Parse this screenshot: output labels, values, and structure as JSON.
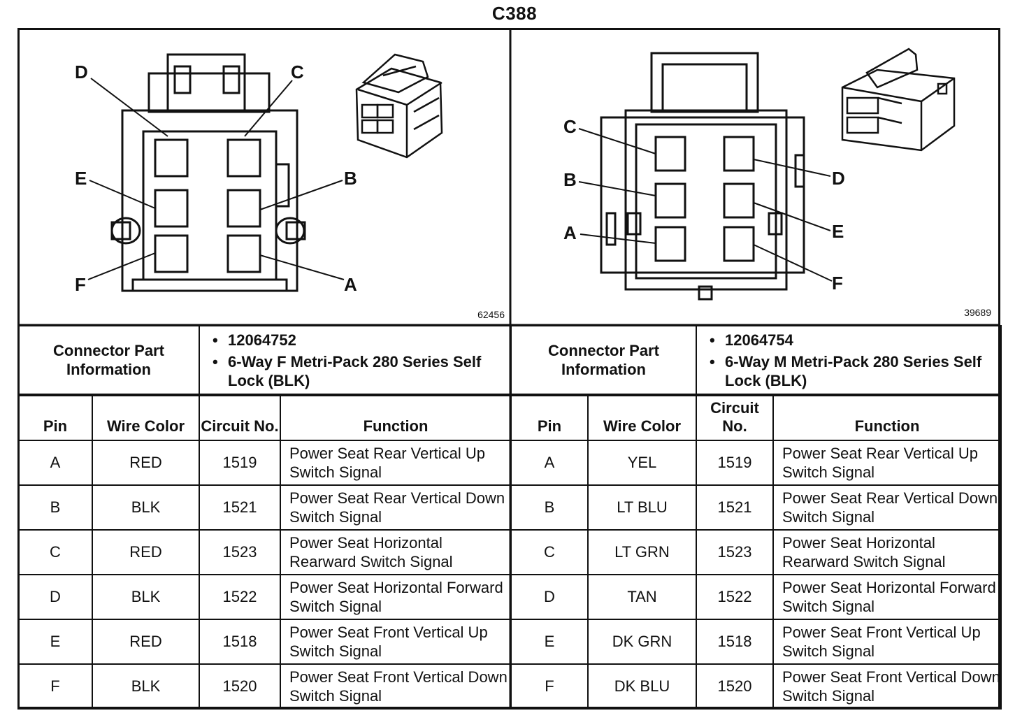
{
  "title": "C388",
  "left": {
    "fig_number": "62456",
    "pin_labels": {
      "A": "A",
      "B": "B",
      "C": "C",
      "D": "D",
      "E": "E",
      "F": "F"
    },
    "connector_info_label": "Connector Part Information",
    "part_number": "12064752",
    "description": "6-Way F Metri-Pack 280 Series Self Lock (BLK)",
    "headers": {
      "pin": "Pin",
      "wire_color": "Wire Color",
      "circuit": "Circuit No.",
      "function": "Function"
    },
    "rows": [
      {
        "pin": "A",
        "color": "RED",
        "circuit": "1519",
        "function": "Power Seat Rear Vertical Up Switch Signal"
      },
      {
        "pin": "B",
        "color": "BLK",
        "circuit": "1521",
        "function": "Power Seat Rear Vertical Down Switch Signal"
      },
      {
        "pin": "C",
        "color": "RED",
        "circuit": "1523",
        "function": "Power Seat Horizontal Rearward Switch Signal"
      },
      {
        "pin": "D",
        "color": "BLK",
        "circuit": "1522",
        "function": "Power Seat Horizontal Forward Switch Signal"
      },
      {
        "pin": "E",
        "color": "RED",
        "circuit": "1518",
        "function": "Power Seat Front Vertical Up Switch Signal"
      },
      {
        "pin": "F",
        "color": "BLK",
        "circuit": "1520",
        "function": "Power Seat Front Vertical Down Switch Signal"
      }
    ]
  },
  "right": {
    "fig_number": "39689",
    "pin_labels": {
      "A": "A",
      "B": "B",
      "C": "C",
      "D": "D",
      "E": "E",
      "F": "F"
    },
    "connector_info_label": "Connector Part Information",
    "part_number": "12064754",
    "description": "6-Way M Metri-Pack 280 Series Self Lock (BLK)",
    "headers": {
      "pin": "Pin",
      "wire_color": "Wire Color",
      "circuit": "Circuit No.",
      "function": "Function"
    },
    "rows": [
      {
        "pin": "A",
        "color": "YEL",
        "circuit": "1519",
        "function": "Power Seat Rear Vertical Up Switch Signal"
      },
      {
        "pin": "B",
        "color": "LT BLU",
        "circuit": "1521",
        "function": "Power Seat Rear Vertical Down Switch Signal"
      },
      {
        "pin": "C",
        "color": "LT GRN",
        "circuit": "1523",
        "function": "Power Seat Horizontal Rearward Switch Signal"
      },
      {
        "pin": "D",
        "color": "TAN",
        "circuit": "1522",
        "function": "Power Seat Horizontal Forward Switch Signal"
      },
      {
        "pin": "E",
        "color": "DK GRN",
        "circuit": "1518",
        "function": "Power Seat Front Vertical Up Switch Signal"
      },
      {
        "pin": "F",
        "color": "DK BLU",
        "circuit": "1520",
        "function": "Power Seat Front Vertical Down Switch Signal"
      }
    ]
  }
}
